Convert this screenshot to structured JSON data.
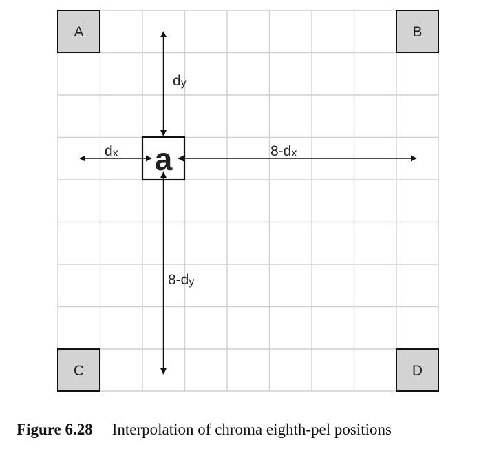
{
  "corners": {
    "a": "A",
    "b": "B",
    "c": "C",
    "d": "D"
  },
  "center_label": "a",
  "labels": {
    "dx": {
      "main": "d",
      "sub": "x"
    },
    "dy": {
      "main": "d",
      "sub": "y"
    },
    "rest_x": {
      "main": "8-d",
      "sub": "x"
    },
    "rest_y": {
      "main": "8-d",
      "sub": "y"
    }
  },
  "caption": {
    "figure": "Figure 6.28",
    "text": "Interpolation of chroma eighth-pel positions"
  },
  "colors": {
    "grid": "#cfcfcf",
    "corner_fill": "#d3d3d3",
    "stroke": "#111111"
  }
}
